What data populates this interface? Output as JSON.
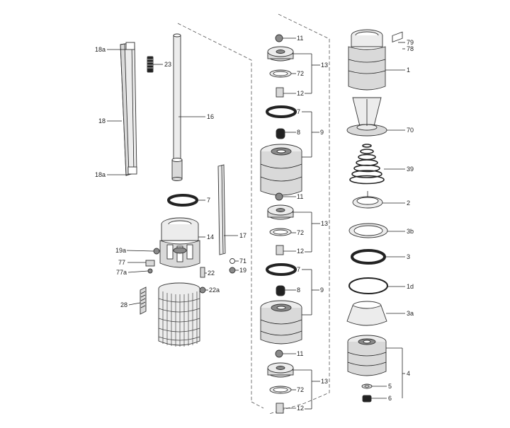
{
  "diagram": {
    "labels": [
      {
        "id": "p18a-top",
        "text": "18a"
      },
      {
        "id": "p18",
        "text": "18"
      },
      {
        "id": "p18a-bot",
        "text": "18a"
      },
      {
        "id": "p23",
        "text": "23"
      },
      {
        "id": "p16",
        "text": "16"
      },
      {
        "id": "p7-left",
        "text": "7"
      },
      {
        "id": "p14",
        "text": "14"
      },
      {
        "id": "p17",
        "text": "17"
      },
      {
        "id": "p19a",
        "text": "19a"
      },
      {
        "id": "p77",
        "text": "77"
      },
      {
        "id": "p77a",
        "text": "77a"
      },
      {
        "id": "p22",
        "text": "22"
      },
      {
        "id": "p22a",
        "text": "22a"
      },
      {
        "id": "p71",
        "text": "71"
      },
      {
        "id": "p19",
        "text": "19"
      },
      {
        "id": "p28",
        "text": "28"
      },
      {
        "id": "s1-11",
        "text": "11"
      },
      {
        "id": "s1-13",
        "text": "13"
      },
      {
        "id": "s1-72",
        "text": "72"
      },
      {
        "id": "s1-12",
        "text": "12"
      },
      {
        "id": "s1-7",
        "text": "7"
      },
      {
        "id": "s1-8",
        "text": "8"
      },
      {
        "id": "s1-9",
        "text": "9"
      },
      {
        "id": "s2-11",
        "text": "11"
      },
      {
        "id": "s2-13",
        "text": "13"
      },
      {
        "id": "s2-72",
        "text": "72"
      },
      {
        "id": "s2-12",
        "text": "12"
      },
      {
        "id": "s2-7",
        "text": "7"
      },
      {
        "id": "s2-8",
        "text": "8"
      },
      {
        "id": "s2-9",
        "text": "9"
      },
      {
        "id": "s3-11",
        "text": "11"
      },
      {
        "id": "s3-13",
        "text": "13"
      },
      {
        "id": "s3-72",
        "text": "72"
      },
      {
        "id": "s3-12",
        "text": "12"
      },
      {
        "id": "r79",
        "text": "79"
      },
      {
        "id": "r78",
        "text": "78"
      },
      {
        "id": "r1",
        "text": "1"
      },
      {
        "id": "r70",
        "text": "70"
      },
      {
        "id": "r39",
        "text": "39"
      },
      {
        "id": "r2",
        "text": "2"
      },
      {
        "id": "r3b",
        "text": "3b"
      },
      {
        "id": "r3",
        "text": "3"
      },
      {
        "id": "r1d",
        "text": "1d"
      },
      {
        "id": "r3a",
        "text": "3a"
      },
      {
        "id": "r4",
        "text": "4"
      },
      {
        "id": "r5",
        "text": "5"
      },
      {
        "id": "r6",
        "text": "6"
      }
    ]
  }
}
